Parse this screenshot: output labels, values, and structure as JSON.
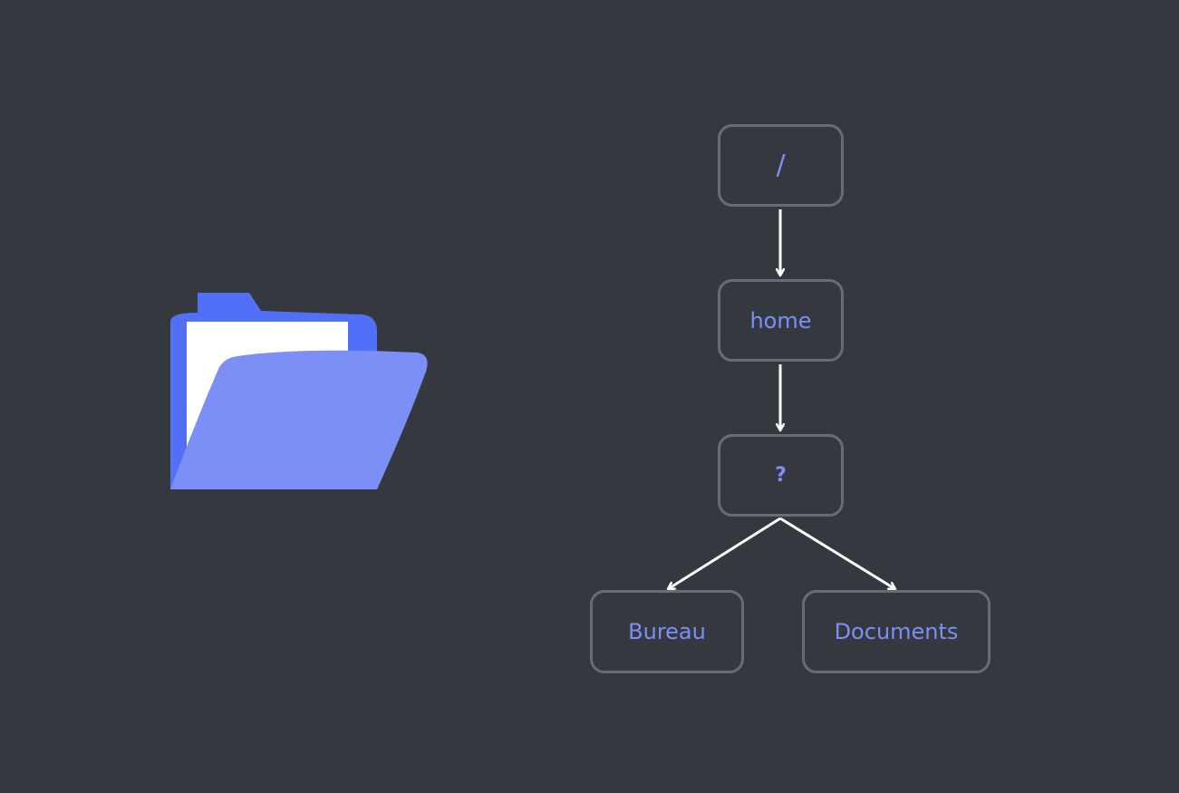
{
  "colors": {
    "background": "#36383f",
    "node_border": "#6a6c73",
    "node_text": "#7b8ff7",
    "arrow": "#ffffff",
    "folder_back": "#526ff7",
    "folder_front": "#7b8ff7",
    "folder_paper": "#ffffff"
  },
  "icons": {
    "folder": "open-folder-icon"
  },
  "tree": {
    "root": {
      "label": "/"
    },
    "home": {
      "label": "home"
    },
    "unknown": {
      "label": "?"
    },
    "bureau": {
      "label": "Bureau"
    },
    "documents": {
      "label": "Documents"
    }
  }
}
